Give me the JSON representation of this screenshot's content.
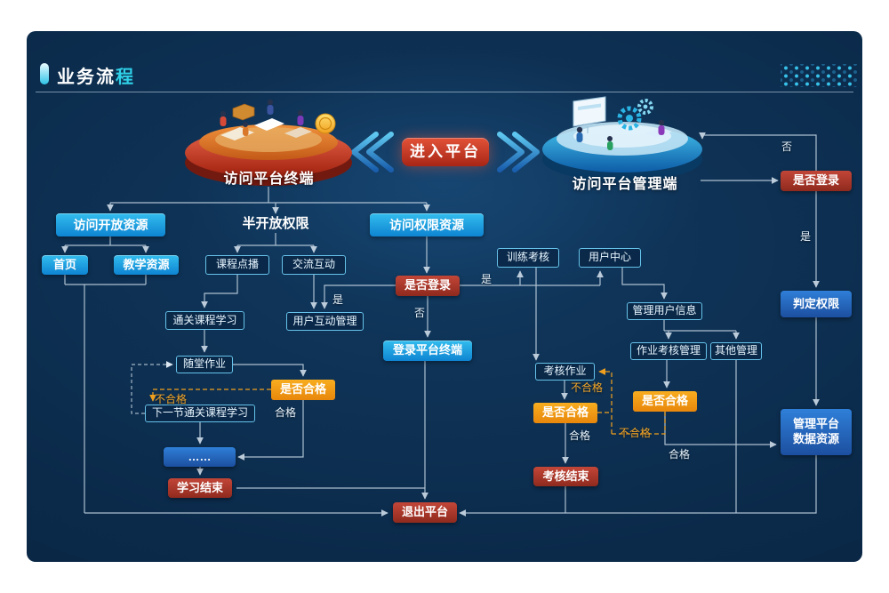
{
  "slide": {
    "title": {
      "main": "业务流",
      "accent": "程"
    },
    "enter_button": "进入平台",
    "illustrations": {
      "terminal": "访问平台终端",
      "admin": "访问平台管理端"
    },
    "colors": {
      "background": "#0b2a4a",
      "node_cyan": "#17a2e0",
      "node_red": "#a8352a",
      "node_orange": "#f09a16",
      "node_blue": "#2668c0",
      "accent_cyan": "#2fd0e8",
      "line": "#bfd0de",
      "fail_label": "#f5a728"
    }
  },
  "nodes": {
    "open_res": "访问开放资源",
    "semi_open": "半开放权限",
    "perm_res": "访问权限资源",
    "home": "首页",
    "teach_res": "教学资源",
    "course_vod": "课程点播",
    "interact": "交流互动",
    "login_q": "是否登录",
    "train_exam": "训练考核",
    "user_center": "用户中心",
    "pass_course": "通关课程学习",
    "user_interact_mgmt": "用户互动管理",
    "login_terminal": "登录平台终端",
    "class_homework": "随堂作业",
    "qualified_left": "是否合格",
    "next_course": "下一节通关课程学习",
    "ellipsis": "……",
    "study_end": "学习结束",
    "exit": "退出平台",
    "exam_homework": "考核作业",
    "qualified_mid": "是否合格",
    "exam_end": "考核结束",
    "manage_user_info": "管理用户信息",
    "homework_exam_mgmt": "作业考核管理",
    "other_mgmt": "其他管理",
    "qualified_right": "是否合格",
    "login_q_admin": "是否登录",
    "judge_perm": "判定权限",
    "manage_data": "管理平台数据资源"
  },
  "edge_labels": {
    "yes_center": "是",
    "no_center": "否",
    "yes_left": "是",
    "fail_left": "不合格",
    "pass_left": "合格",
    "fail_mid": "不合格",
    "pass_mid": "合格",
    "fail_right": "不合格",
    "pass_right": "合格",
    "no_admin": "否",
    "yes_admin": "是"
  }
}
